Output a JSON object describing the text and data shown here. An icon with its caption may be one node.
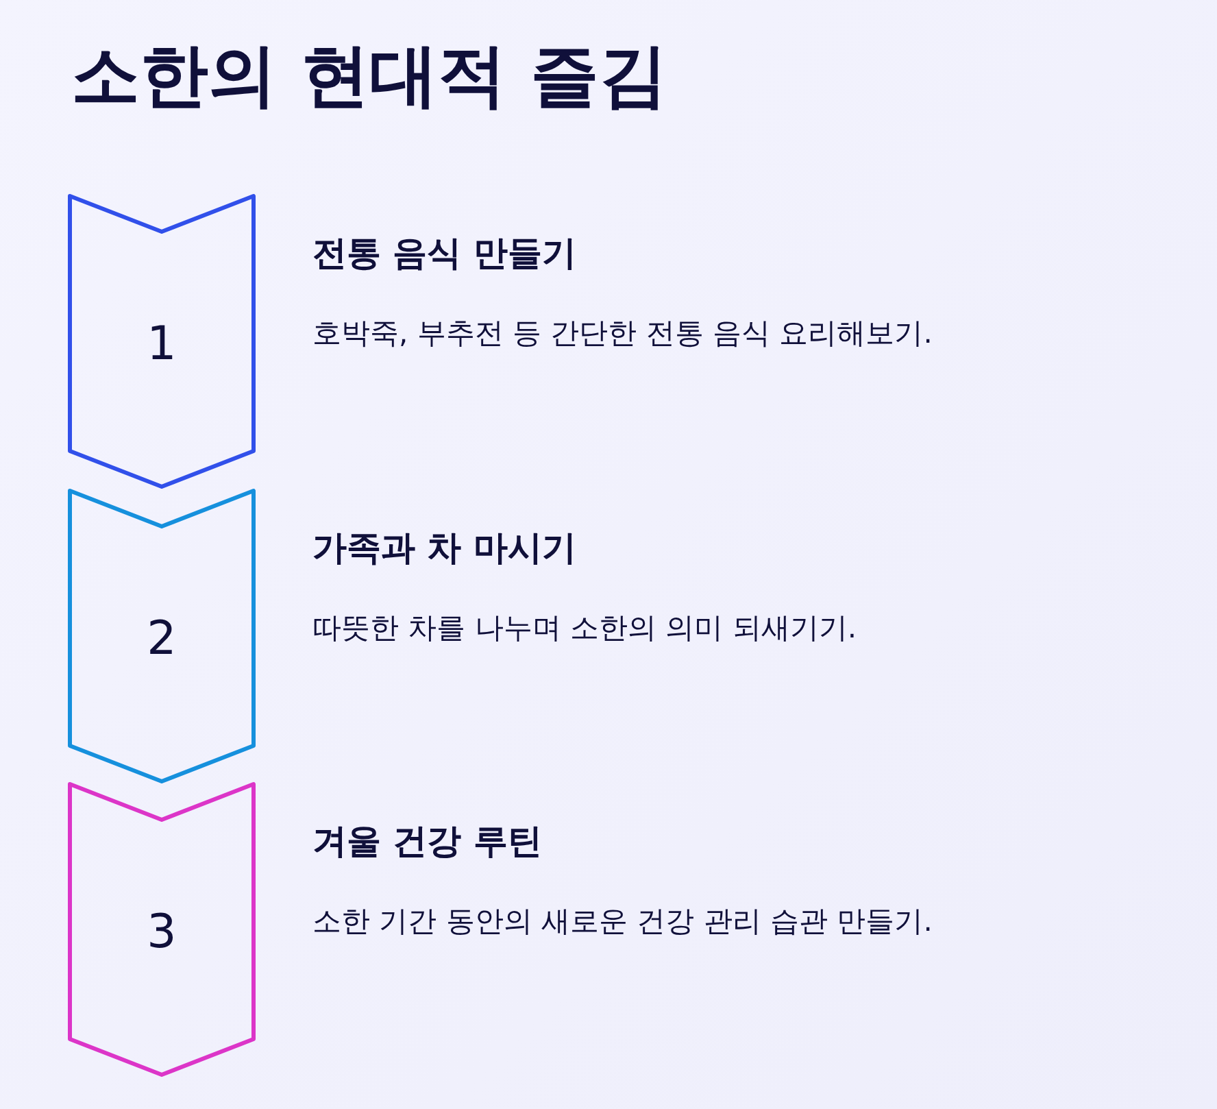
{
  "diagram": {
    "title": "소한의 현대적 즐김",
    "nodes": [
      {
        "text": [
          "1"
        ],
        "beside": [
          "전통 음식 만들기",
          "호박죽, 부추전 등 간단한 전통 음식 요리해보기."
        ]
      },
      {
        "text": [
          "2"
        ],
        "beside": [
          "가족과 차 마시기",
          "따뜻한 차를 나누며 소한의 의미 되새기기."
        ]
      },
      {
        "text": [
          "3"
        ],
        "beside": [
          "겨울 건강 루틴",
          "소한 기간 동안의 새로운 건강 관리 습관 만들기."
        ]
      }
    ],
    "edges": []
  }
}
